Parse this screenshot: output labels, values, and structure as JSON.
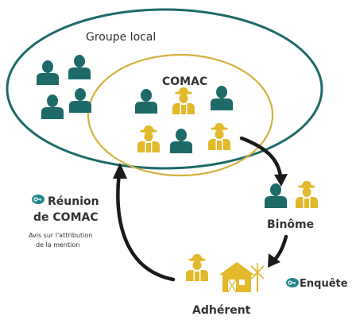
{
  "labels": {
    "groupe_local": "Groupe local",
    "comac": "COMAC",
    "reunion_line1": "Réunion",
    "reunion_line2": "de COMAC",
    "avis_line1": "Avis sur l'attribution",
    "avis_line2": "de la mention",
    "binome": "Binôme",
    "enquete": "Enquête",
    "adherent": "Adhérent"
  },
  "icons": {
    "reunion": "key-badge-icon",
    "enquete": "key-badge-icon",
    "group_people": "person-icon",
    "farmer": "farmer-icon",
    "farm": "barn-icon",
    "windmill": "windmill-icon"
  },
  "colors": {
    "teal": "#1d6a68",
    "gold": "#e1b92a",
    "ellipse_outer": "#1d6a68",
    "ellipse_inner": "#d4b13c",
    "arrow": "#1a1a1a",
    "badge": "#22878a",
    "text": "#333333"
  }
}
